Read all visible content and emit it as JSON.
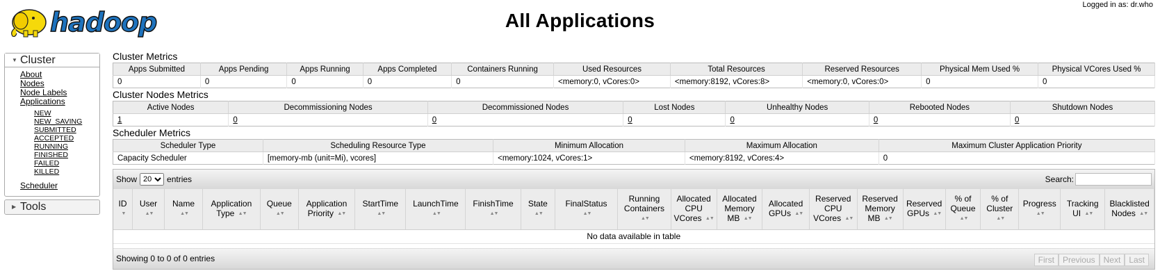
{
  "header": {
    "logo_text": "hadoop",
    "title": "All Applications",
    "logged_in": "Logged in as: dr.who"
  },
  "nav": {
    "cluster": {
      "label": "Cluster",
      "items": {
        "about": "About",
        "nodes": "Nodes",
        "node_labels": "Node Labels",
        "applications": "Applications",
        "scheduler": "Scheduler"
      },
      "app_states": [
        "NEW",
        "NEW_SAVING",
        "SUBMITTED",
        "ACCEPTED",
        "RUNNING",
        "FINISHED",
        "FAILED",
        "KILLED"
      ]
    },
    "tools": {
      "label": "Tools"
    }
  },
  "cluster_metrics": {
    "title": "Cluster Metrics",
    "headers": [
      "Apps Submitted",
      "Apps Pending",
      "Apps Running",
      "Apps Completed",
      "Containers Running",
      "Used Resources",
      "Total Resources",
      "Reserved Resources",
      "Physical Mem Used %",
      "Physical VCores Used %"
    ],
    "values": [
      "0",
      "0",
      "0",
      "0",
      "0",
      "<memory:0, vCores:0>",
      "<memory:8192, vCores:8>",
      "<memory:0, vCores:0>",
      "0",
      "0"
    ]
  },
  "nodes_metrics": {
    "title": "Cluster Nodes Metrics",
    "headers": [
      "Active Nodes",
      "Decommissioning Nodes",
      "Decommissioned Nodes",
      "Lost Nodes",
      "Unhealthy Nodes",
      "Rebooted Nodes",
      "Shutdown Nodes"
    ],
    "values": [
      "1",
      "0",
      "0",
      "0",
      "0",
      "0",
      "0"
    ]
  },
  "scheduler_metrics": {
    "title": "Scheduler Metrics",
    "headers": [
      "Scheduler Type",
      "Scheduling Resource Type",
      "Minimum Allocation",
      "Maximum Allocation",
      "Maximum Cluster Application Priority"
    ],
    "values": [
      "Capacity Scheduler",
      "[memory-mb (unit=Mi), vcores]",
      "<memory:1024, vCores:1>",
      "<memory:8192, vCores:4>",
      "0"
    ]
  },
  "apps_table": {
    "show_label": "Show",
    "entries_label": "entries",
    "page_size": "20",
    "search_label": "Search:",
    "search_value": "",
    "columns": {
      "id": "ID",
      "user": "User",
      "name": "Name",
      "app_type": "Application Type",
      "queue": "Queue",
      "app_priority": "Application Priority",
      "start_time": "StartTime",
      "launch_time": "LaunchTime",
      "finish_time": "FinishTime",
      "state": "State",
      "final_status": "FinalStatus",
      "running_containers": "Running Containers",
      "alloc_vcores": "Allocated CPU VCores",
      "alloc_mem": "Allocated Memory MB",
      "alloc_gpus": "Allocated GPUs",
      "res_vcores": "Reserved CPU VCores",
      "res_mem": "Reserved Memory MB",
      "res_gpus": "Reserved GPUs",
      "pct_queue": "% of Queue",
      "pct_cluster": "% of Cluster",
      "progress": "Progress",
      "tracking_ui": "Tracking UI",
      "blacklisted": "Blacklisted Nodes"
    },
    "empty_message": "No data available in table",
    "info": "Showing 0 to 0 of 0 entries",
    "paging": {
      "first": "First",
      "previous": "Previous",
      "next": "Next",
      "last": "Last"
    }
  },
  "colors": {
    "header_bg": "#ececec",
    "border": "#bbbbbb",
    "logo_yellow": "#f5d90a",
    "logo_blue": "#1e73be"
  }
}
